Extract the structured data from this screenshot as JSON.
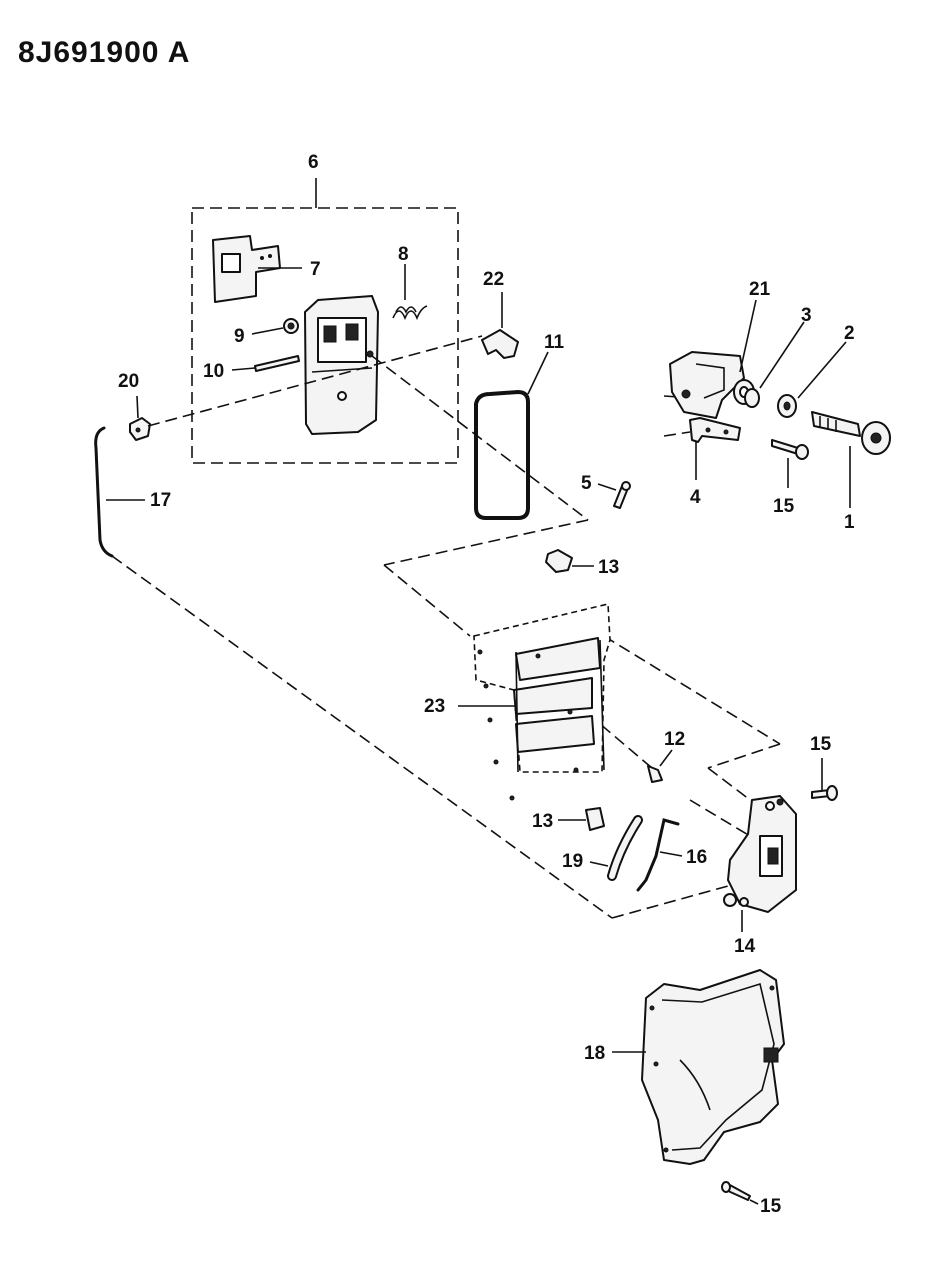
{
  "diagram": {
    "code": "8J691900 A",
    "labels": {
      "p1": "1",
      "p2": "2",
      "p3": "3",
      "p4": "4",
      "p5": "5",
      "p6": "6",
      "p7": "7",
      "p8": "8",
      "p9": "9",
      "p10": "10",
      "p11": "11",
      "p12": "12",
      "p13a": "13",
      "p13b": "13",
      "p14": "14",
      "p15a": "15",
      "p15b": "15",
      "p15c": "15",
      "p16": "16",
      "p17": "17",
      "p18": "18",
      "p19": "19",
      "p20": "20",
      "p21": "21",
      "p22": "22",
      "p23": "23"
    }
  }
}
